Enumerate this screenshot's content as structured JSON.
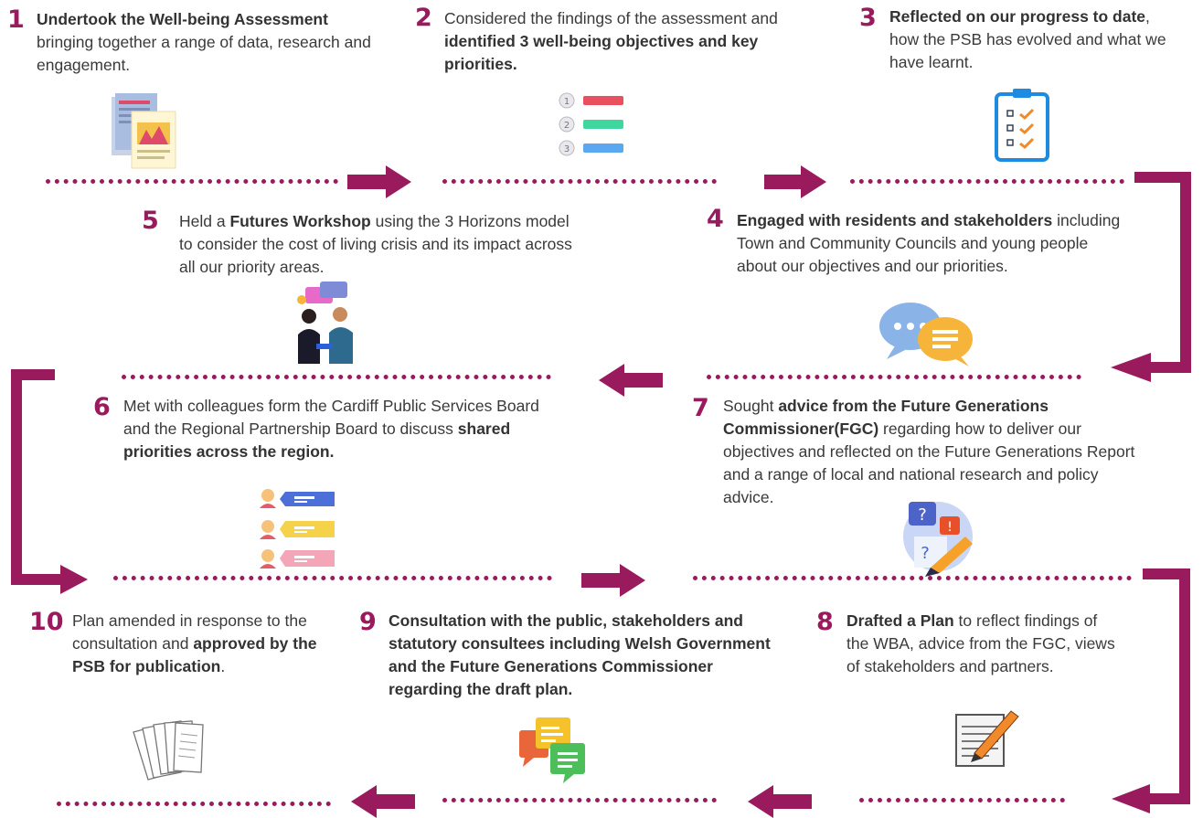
{
  "colors": {
    "accent": "#9a1a5e",
    "text": "#3a3a3a"
  },
  "steps": [
    {
      "num": "1",
      "bold1": "Undertook the Well-being Assessment",
      "rest1": " bringing together a range of data, research and engagement.",
      "icon": "documents-chart-icon"
    },
    {
      "num": "2",
      "pre": "Considered the findings of the assessment and ",
      "bold1": "identified 3 well-being objectives and key priorities.",
      "icon": "numbered-list-icon"
    },
    {
      "num": "3",
      "bold1": "Reflected on our progress to date",
      "rest1": ", how the PSB has evolved and what we have learnt.",
      "icon": "clipboard-checklist-icon"
    },
    {
      "num": "4",
      "bold1": "Engaged with residents and stakeholders",
      "rest1": " including Town and Community Councils and young people about our objectives and our priorities.",
      "icon": "speech-bubbles-icon"
    },
    {
      "num": "5",
      "pre": "Held a ",
      "bold1": "Futures Workshop",
      "rest1": " using the 3 Horizons model to consider the cost of living crisis and its impact across all our priority areas.",
      "icon": "people-discussion-icon"
    },
    {
      "num": "6",
      "pre": "Met with colleagues form the Cardiff Public Services Board and the Regional Partnership Board to discuss ",
      "bold1": "shared priorities across the region.",
      "icon": "people-chat-list-icon"
    },
    {
      "num": "7",
      "pre": "Sought ",
      "bold1": "advice from the Future Generations Commissioner(FGC)",
      "rest1": " regarding how to deliver our objectives and reflected on the Future Generations Report and a range of local and national research and policy advice.",
      "icon": "questions-pencil-icon"
    },
    {
      "num": "8",
      "bold1": "Drafted a Plan",
      "rest1": " to reflect findings of the WBA, advice from the FGC, views of stakeholders and partners.",
      "icon": "notepad-pencil-icon"
    },
    {
      "num": "9",
      "bold1": "Consultation with the public, stakeholders and statutory consultees including Welsh Government and the Future Generations Commissioner regarding the draft plan.",
      "icon": "chat-bubbles-icon"
    },
    {
      "num": "10",
      "pre": "Plan amended in response to the consultation and ",
      "bold1": "approved by the PSB for publication",
      "rest1": ".",
      "icon": "paper-stack-icon"
    }
  ]
}
